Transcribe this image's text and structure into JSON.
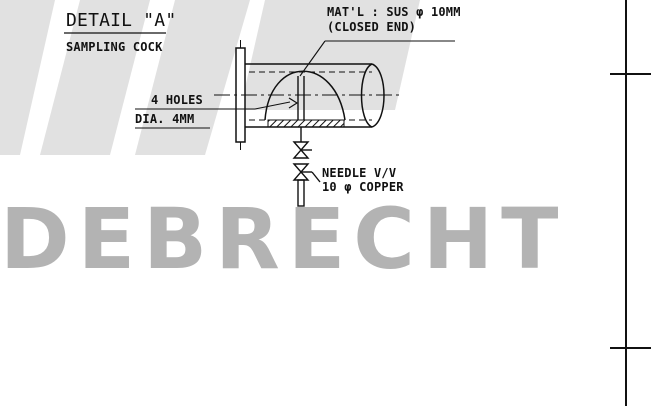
{
  "detail": {
    "title": "DETAIL \"A\"",
    "subtitle": "SAMPLING COCK"
  },
  "callouts": {
    "material_line1": "MAT'L : SUS φ 10MM",
    "material_line2": "(CLOSED END)",
    "holes_line1": "4 HOLES",
    "holes_line2": "DIA. 4MM",
    "valve_line1": "NEEDLE V/V",
    "valve_line2": "10 φ COPPER"
  },
  "watermark": {
    "text": "DEBRECHT",
    "color": "#b3b3b3"
  },
  "colors": {
    "line": "#111111",
    "watermark_shape": "#c8c8c8"
  }
}
